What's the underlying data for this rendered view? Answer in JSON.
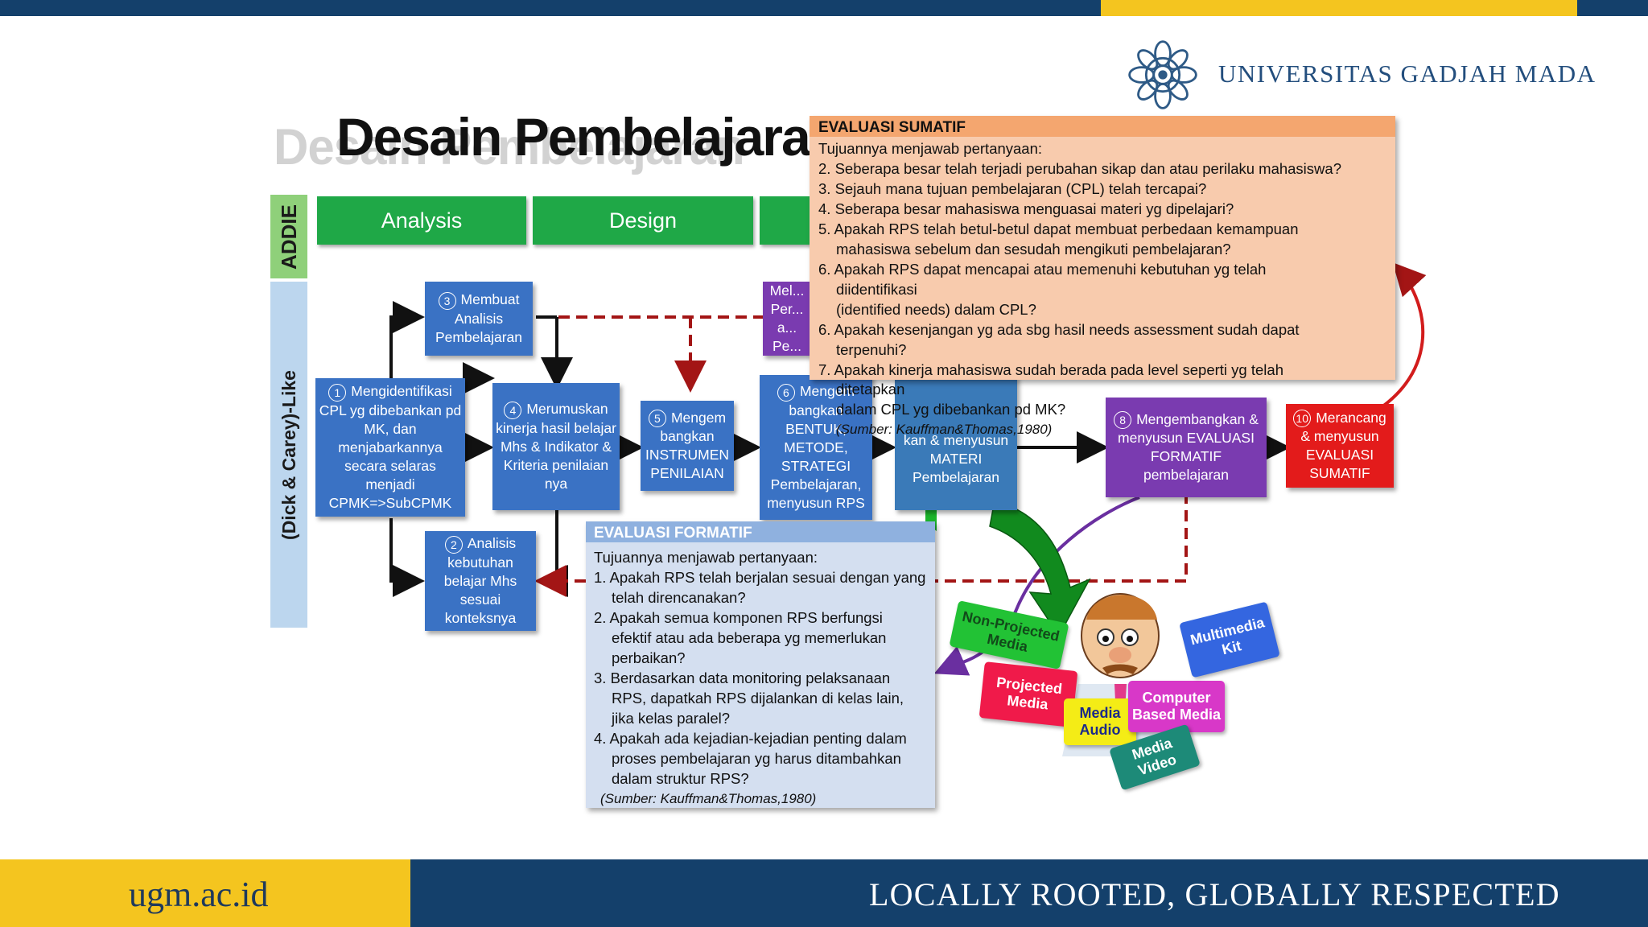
{
  "header": {
    "brand_text": "UNIVERSITAS GADJAH MADA",
    "logo_icon": "ugm-seal-icon",
    "colors": {
      "navy": "#14406b",
      "yellow": "#f4c51f"
    }
  },
  "title": "Desain Pembelajaran",
  "title_shadow": "Desain Pembelajaran",
  "addie_label": "ADDIE",
  "model_label": "(Dick & Carey)-Like",
  "phases": [
    "Analysis",
    "Design",
    ""
  ],
  "steps": {
    "s1": {
      "num": "1",
      "text": "Mengidentifikasi CPL yg dibebankan pd MK, dan menjabarkannya secara selaras menjadi CPMK=>SubCPMK"
    },
    "s2": {
      "num": "2",
      "text": "Analisis kebutuhan belajar Mhs sesuai konteksnya"
    },
    "s3": {
      "num": "3",
      "text": "Membuat Analisis Pembelajaran"
    },
    "s4": {
      "num": "4",
      "text": "Merumuskan kinerja hasil belajar Mhs & Indikator & Kriteria penilaian nya"
    },
    "s5": {
      "num": "5",
      "text": "Mengem bangkan INSTRUMEN PENILAIAN"
    },
    "s6": {
      "num": "6",
      "text": "Mengem bangkan BENTUK, METODE, STRATEGI Pembelajaran, menyusun RPS"
    },
    "s7": {
      "num": "",
      "text": "Mel... Per... a... Pe..."
    },
    "s7b": {
      "text": "kan & menyusun MATERI Pembelajaran"
    },
    "s8": {
      "num": "8",
      "text": "Mengembangkan & menyusun EVALUASI FORMATIF pembelajaran"
    },
    "s10": {
      "num": "10",
      "text": "Merancang & menyusun EVALUASI SUMATIF"
    }
  },
  "evaluasi_sumatif": {
    "title": "EVALUASI SUMATIF",
    "intro": "Tujuannya menjawab pertanyaan:",
    "lines": [
      "2. Seberapa besar telah terjadi perubahan sikap dan atau perilaku mahasiswa?",
      "3. Sejauh mana tujuan pembelajaran (CPL) telah tercapai?",
      "4. Seberapa besar mahasiswa menguasai materi yg dipelajari?",
      "5. Apakah RPS telah betul-betul dapat membuat perbedaan kemampuan",
      "mahasiswa sebelum dan sesudah mengikuti pembelajaran?",
      "6. Apakah RPS dapat mencapai atau memenuhi kebutuhan yg telah",
      "diidentifikasi",
      "(identified needs) dalam CPL?",
      "6. Apakah kesenjangan yg ada sbg hasil needs assessment sudah dapat",
      "terpenuhi?",
      "7. Apakah kinerja mahasiswa sudah berada pada level seperti yg telah",
      "ditetapkan",
      "dalam CPL yg dibebankan pd MK?",
      "(Sumber: Kauffman&Thomas,1980)"
    ]
  },
  "evaluasi_formatif": {
    "title": "EVALUASI FORMATIF",
    "intro": "Tujuannya menjawab pertanyaan:",
    "lines": [
      "1. Apakah RPS telah berjalan sesuai dengan yang",
      "telah direncanakan?",
      "2. Apakah semua komponen RPS berfungsi",
      "efektif atau ada beberapa yg memerlukan",
      "perbaikan?",
      "3. Berdasarkan data monitoring pelaksanaan",
      "RPS, dapatkah RPS dijalankan di kelas lain,",
      "jika kelas paralel?",
      "4. Apakah ada kejadian-kejadian penting dalam",
      "proses pembelajaran yg harus ditambahkan",
      "dalam struktur RPS?",
      "(Sumber: Kauffman&Thomas,1980)"
    ]
  },
  "media": {
    "non_projected": "Non-Projected Media",
    "projected": "Projected Media",
    "audio": "Media Audio",
    "computer": "Computer Based Media",
    "multimedia": "Multimedia Kit",
    "video": "Media Video",
    "teacher_icon": "teacher-cartoon-icon"
  },
  "footer": {
    "url": "ugm.ac.id",
    "slogan": "LOCALLY ROOTED, GLOBALLY RESPECTED"
  }
}
